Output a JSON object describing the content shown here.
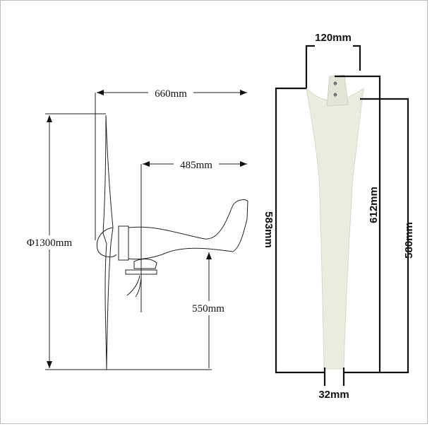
{
  "side_view": {
    "dimensions": {
      "overall_length": "660mm",
      "nacelle_length": "485mm",
      "rotor_diameter": "Φ1300mm",
      "height": "550mm"
    }
  },
  "blade_view": {
    "blade_color": "#ebebe0",
    "dimensions": {
      "root_width": "120mm",
      "length_edge_left": "583mm",
      "length_overall": "612mm",
      "length_edge_right": "580mm",
      "tip_width": "32mm"
    }
  }
}
